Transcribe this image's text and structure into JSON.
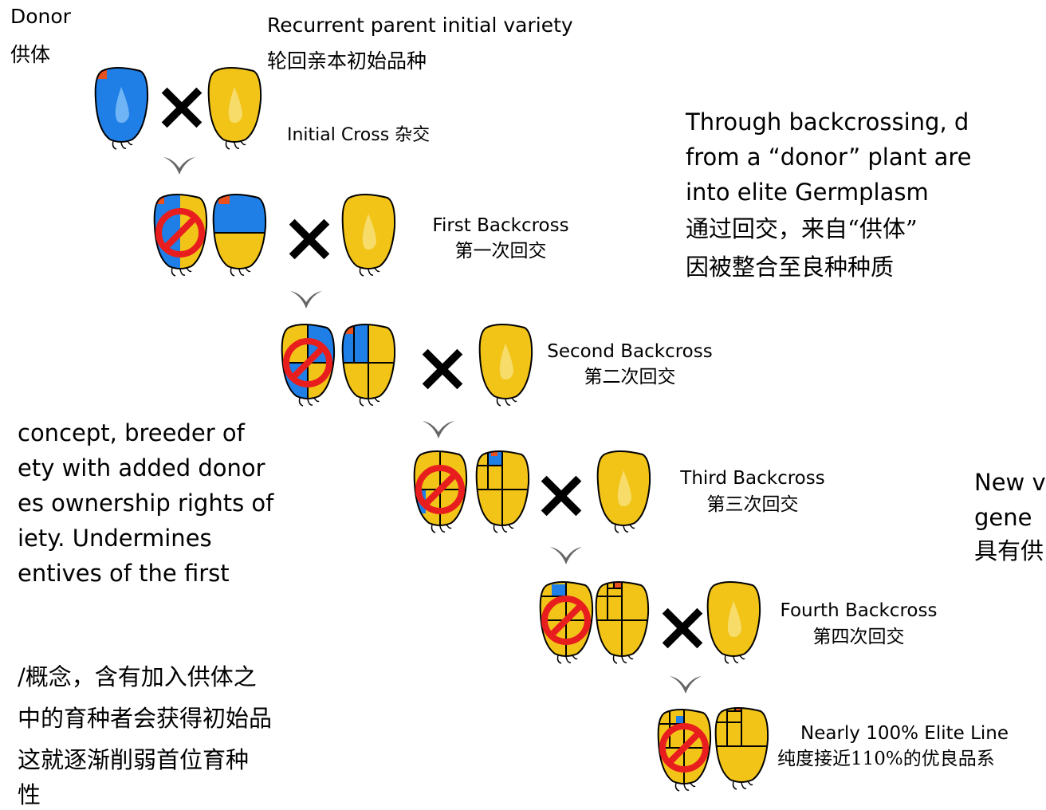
{
  "colors": {
    "donor_blue": "#1f7fe6",
    "elite_yellow": "#f2c418",
    "marker_red": "#e81e1e",
    "donor_marker": "#e8501e",
    "outline": "#000000"
  },
  "labels": {
    "donor_en": "Donor",
    "donor_cn": "供体",
    "recurrent_en": "Recurrent parent initial variety",
    "recurrent_cn": "轮回亲本初始品种",
    "initial_cross": "Initial Cross 杂交",
    "bc1_en": "First Backcross",
    "bc1_cn": "第一次回交",
    "bc2_en": "Second Backcross",
    "bc2_cn": "第二次回交",
    "bc3_en": "Third Backcross",
    "bc3_cn": "第三次回交",
    "bc4_en": "Fourth Backcross",
    "bc4_cn": "第四次回交",
    "elite_en": "Nearly 100% Elite Line",
    "elite_cn": "纯度接近110%的优良品系"
  },
  "right_text": {
    "line1": "Through backcrossing, d",
    "line2": "from a “donor” plant are",
    "line3": "into elite Germplasm",
    "line4": "通过回交，来自“供体”",
    "line5": "因被整合至良种种质"
  },
  "right_text2": {
    "line1": "New v",
    "line2": "gene",
    "line3": "具有供"
  },
  "left_text": {
    "line1": "concept, breeder of",
    "line2": "ety with added donor",
    "line3": "es ownership rights of",
    "line4": "iety. Undermines",
    "line5": "entives of the first",
    "line6": "/概念，含有加入供体之",
    "line7": "中的育种者会获得初始品",
    "line8": "这就逐渐削弱首位育种",
    "line9": "性"
  },
  "icons": {
    "cross": "x-mark-icon",
    "arrow": "chevron-arrow-icon",
    "no": "prohibition-icon"
  }
}
